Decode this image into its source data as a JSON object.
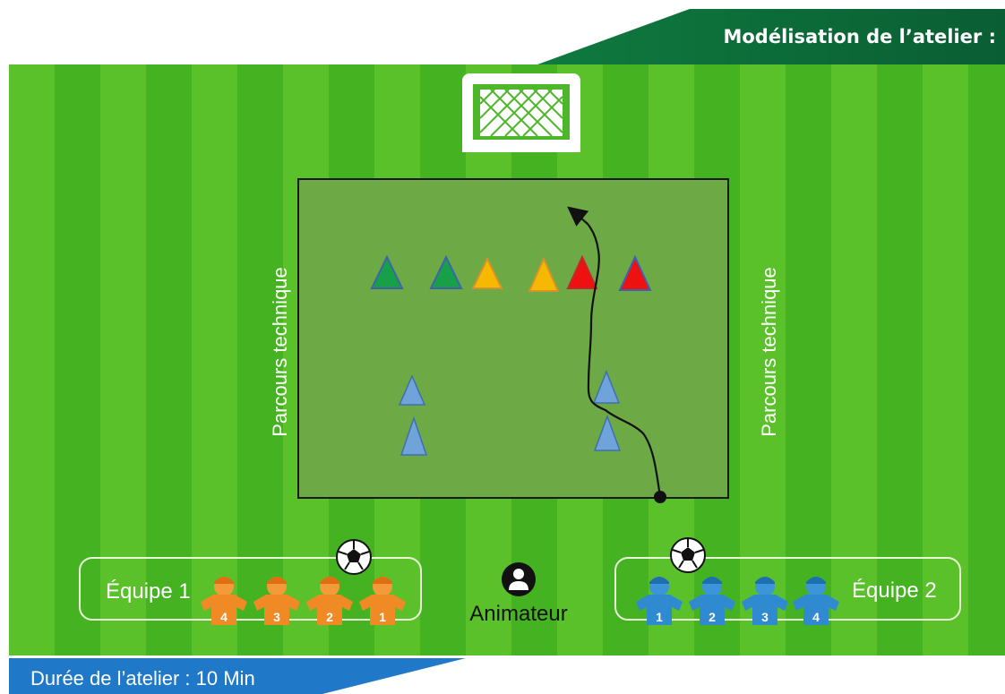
{
  "header": {
    "title": "Modélisation de l’atelier :"
  },
  "field": {
    "left_label": "Parcours technique",
    "right_label": "Parcours technique"
  },
  "teams": [
    {
      "label": "Équipe 1",
      "color": "#F08A24",
      "players": [
        "4",
        "3",
        "2",
        "1"
      ]
    },
    {
      "label": "Équipe 2",
      "color": "#2F8AD0",
      "players": [
        "1",
        "2",
        "3",
        "4"
      ]
    }
  ],
  "animateur": {
    "label": "Animateur"
  },
  "footer": {
    "duration": "Durée de l’atelier : 10 Min"
  },
  "colors": {
    "grass_light": "#5BC12B",
    "grass_dark": "#3FAE1E",
    "zone": "#6DAA45",
    "header_bg": "#0C6B3A",
    "footer_bg": "#1F78C8",
    "cone_green": "#18A048",
    "cone_yellow": "#F6B800",
    "cone_red": "#EE1111",
    "cone_blue": "#6FA3DA"
  },
  "cones": [
    {
      "color": "green",
      "row": "top"
    },
    {
      "color": "green",
      "row": "top"
    },
    {
      "color": "yellow",
      "row": "top"
    },
    {
      "color": "yellow",
      "row": "top"
    },
    {
      "color": "red",
      "row": "top"
    },
    {
      "color": "red",
      "row": "top"
    },
    {
      "color": "blue",
      "row": "left-column"
    },
    {
      "color": "blue",
      "row": "left-column"
    },
    {
      "color": "blue",
      "row": "right-column"
    },
    {
      "color": "blue",
      "row": "right-column"
    }
  ]
}
